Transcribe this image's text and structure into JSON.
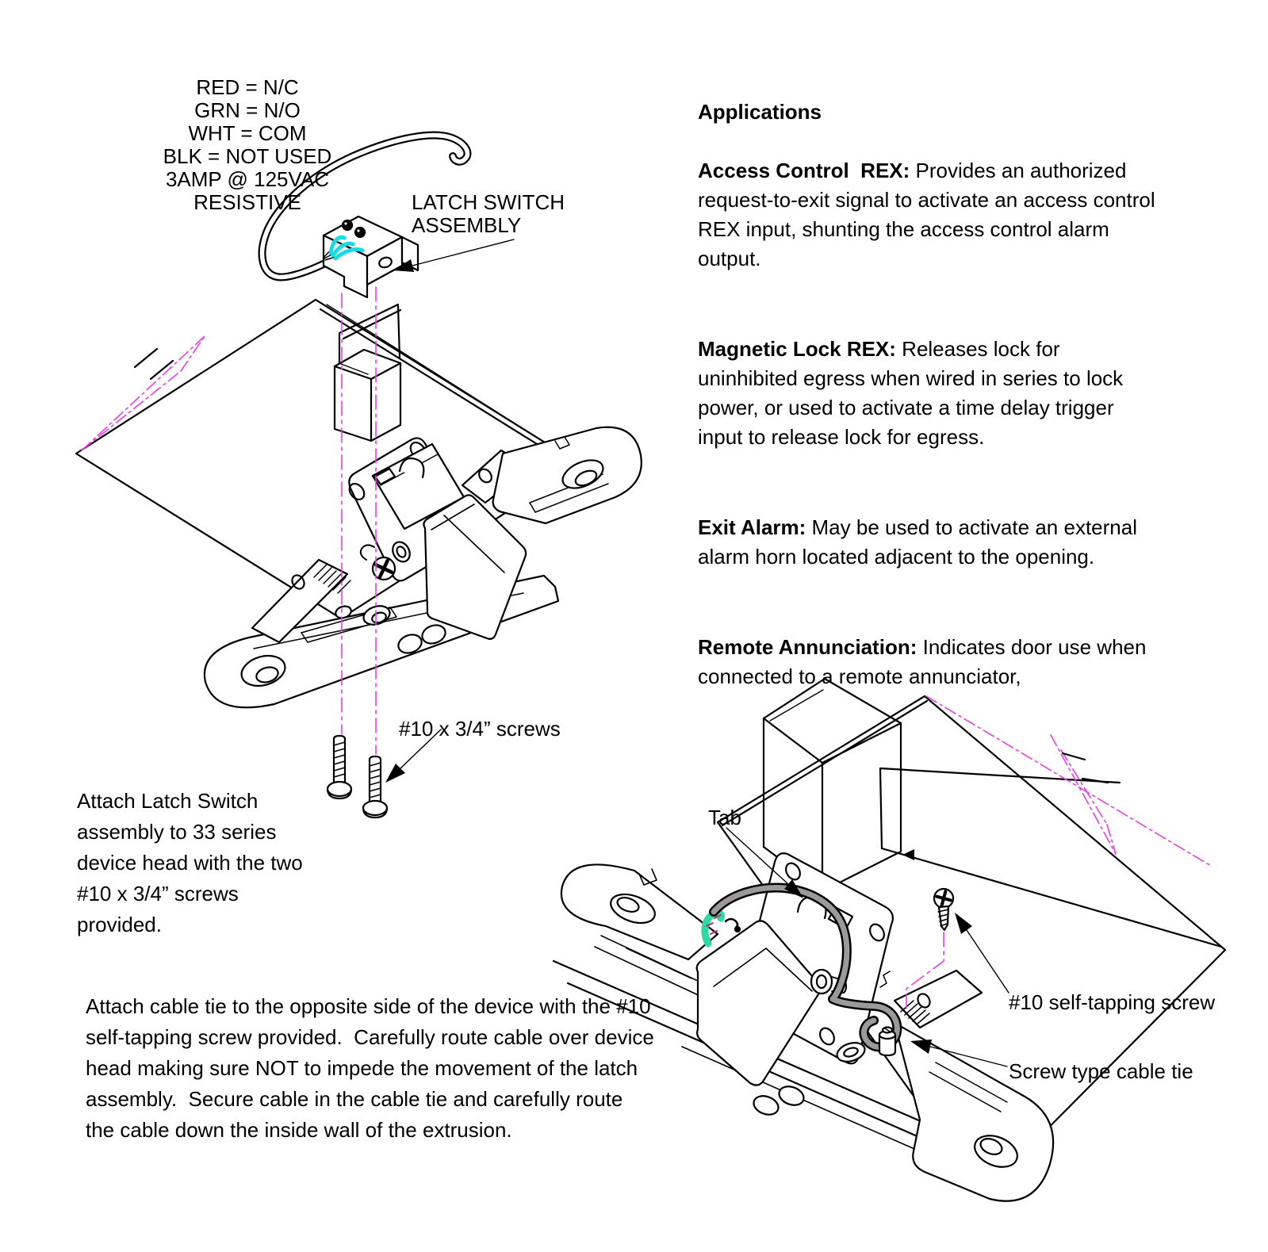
{
  "page": {
    "background": "#ffffff"
  },
  "colors": {
    "line": "#000000",
    "centerline_magenta": "#ee3df0",
    "wire_cyan": "#17dce4",
    "connector_teal": "#2fd9a6",
    "wire_dash_red": "#c03050",
    "cable_gray": "#9a9a9a"
  },
  "legend": {
    "text": "RED = N/C\nGRN = N/O\nWHT = COM\nBLK = NOT USED\n3AMP @ 125VAC\nRESISTIVE"
  },
  "applications": {
    "title": "Applications",
    "paragraphs": [
      {
        "bold": "Access Control  REX:",
        "text": " Provides an authorized\nrequest-to-exit signal to activate an access control\nREX input, shunting the access control alarm\noutput."
      },
      {
        "bold": "Magnetic Lock REX:",
        "text": " Releases lock for\nuninhibited egress when wired in series to lock\npower, or used to activate a time delay trigger\ninput to release lock for egress."
      },
      {
        "bold": "Exit Alarm:",
        "text": " May be used to activate an external\nalarm horn located adjacent to the opening."
      },
      {
        "bold": "Remote Annunciation:",
        "text": " Indicates door use when\nconnected to a remote annunciator,"
      }
    ]
  },
  "diagram_top": {
    "latch_switch_assembly_label": "LATCH SWITCH\nASSEMBLY",
    "screws_label": "#10 x 3/4” screws",
    "caption": "Attach Latch Switch\nassembly to 33 series\ndevice head with the two\n#10 x 3/4” screws\nprovided."
  },
  "diagram_bottom": {
    "tab_label": "Tab",
    "screw_label": "#10 self-tapping screw",
    "cable_tie_label": "Screw type cable tie",
    "caption": "Attach cable tie to the opposite side of the device with the #10\nself-tapping screw provided.  Carefully route cable over device\nhead making sure NOT to impede the movement of the latch\nassembly.  Secure cable in the cable tie and carefully route\nthe cable down the inside wall of the extrusion."
  }
}
